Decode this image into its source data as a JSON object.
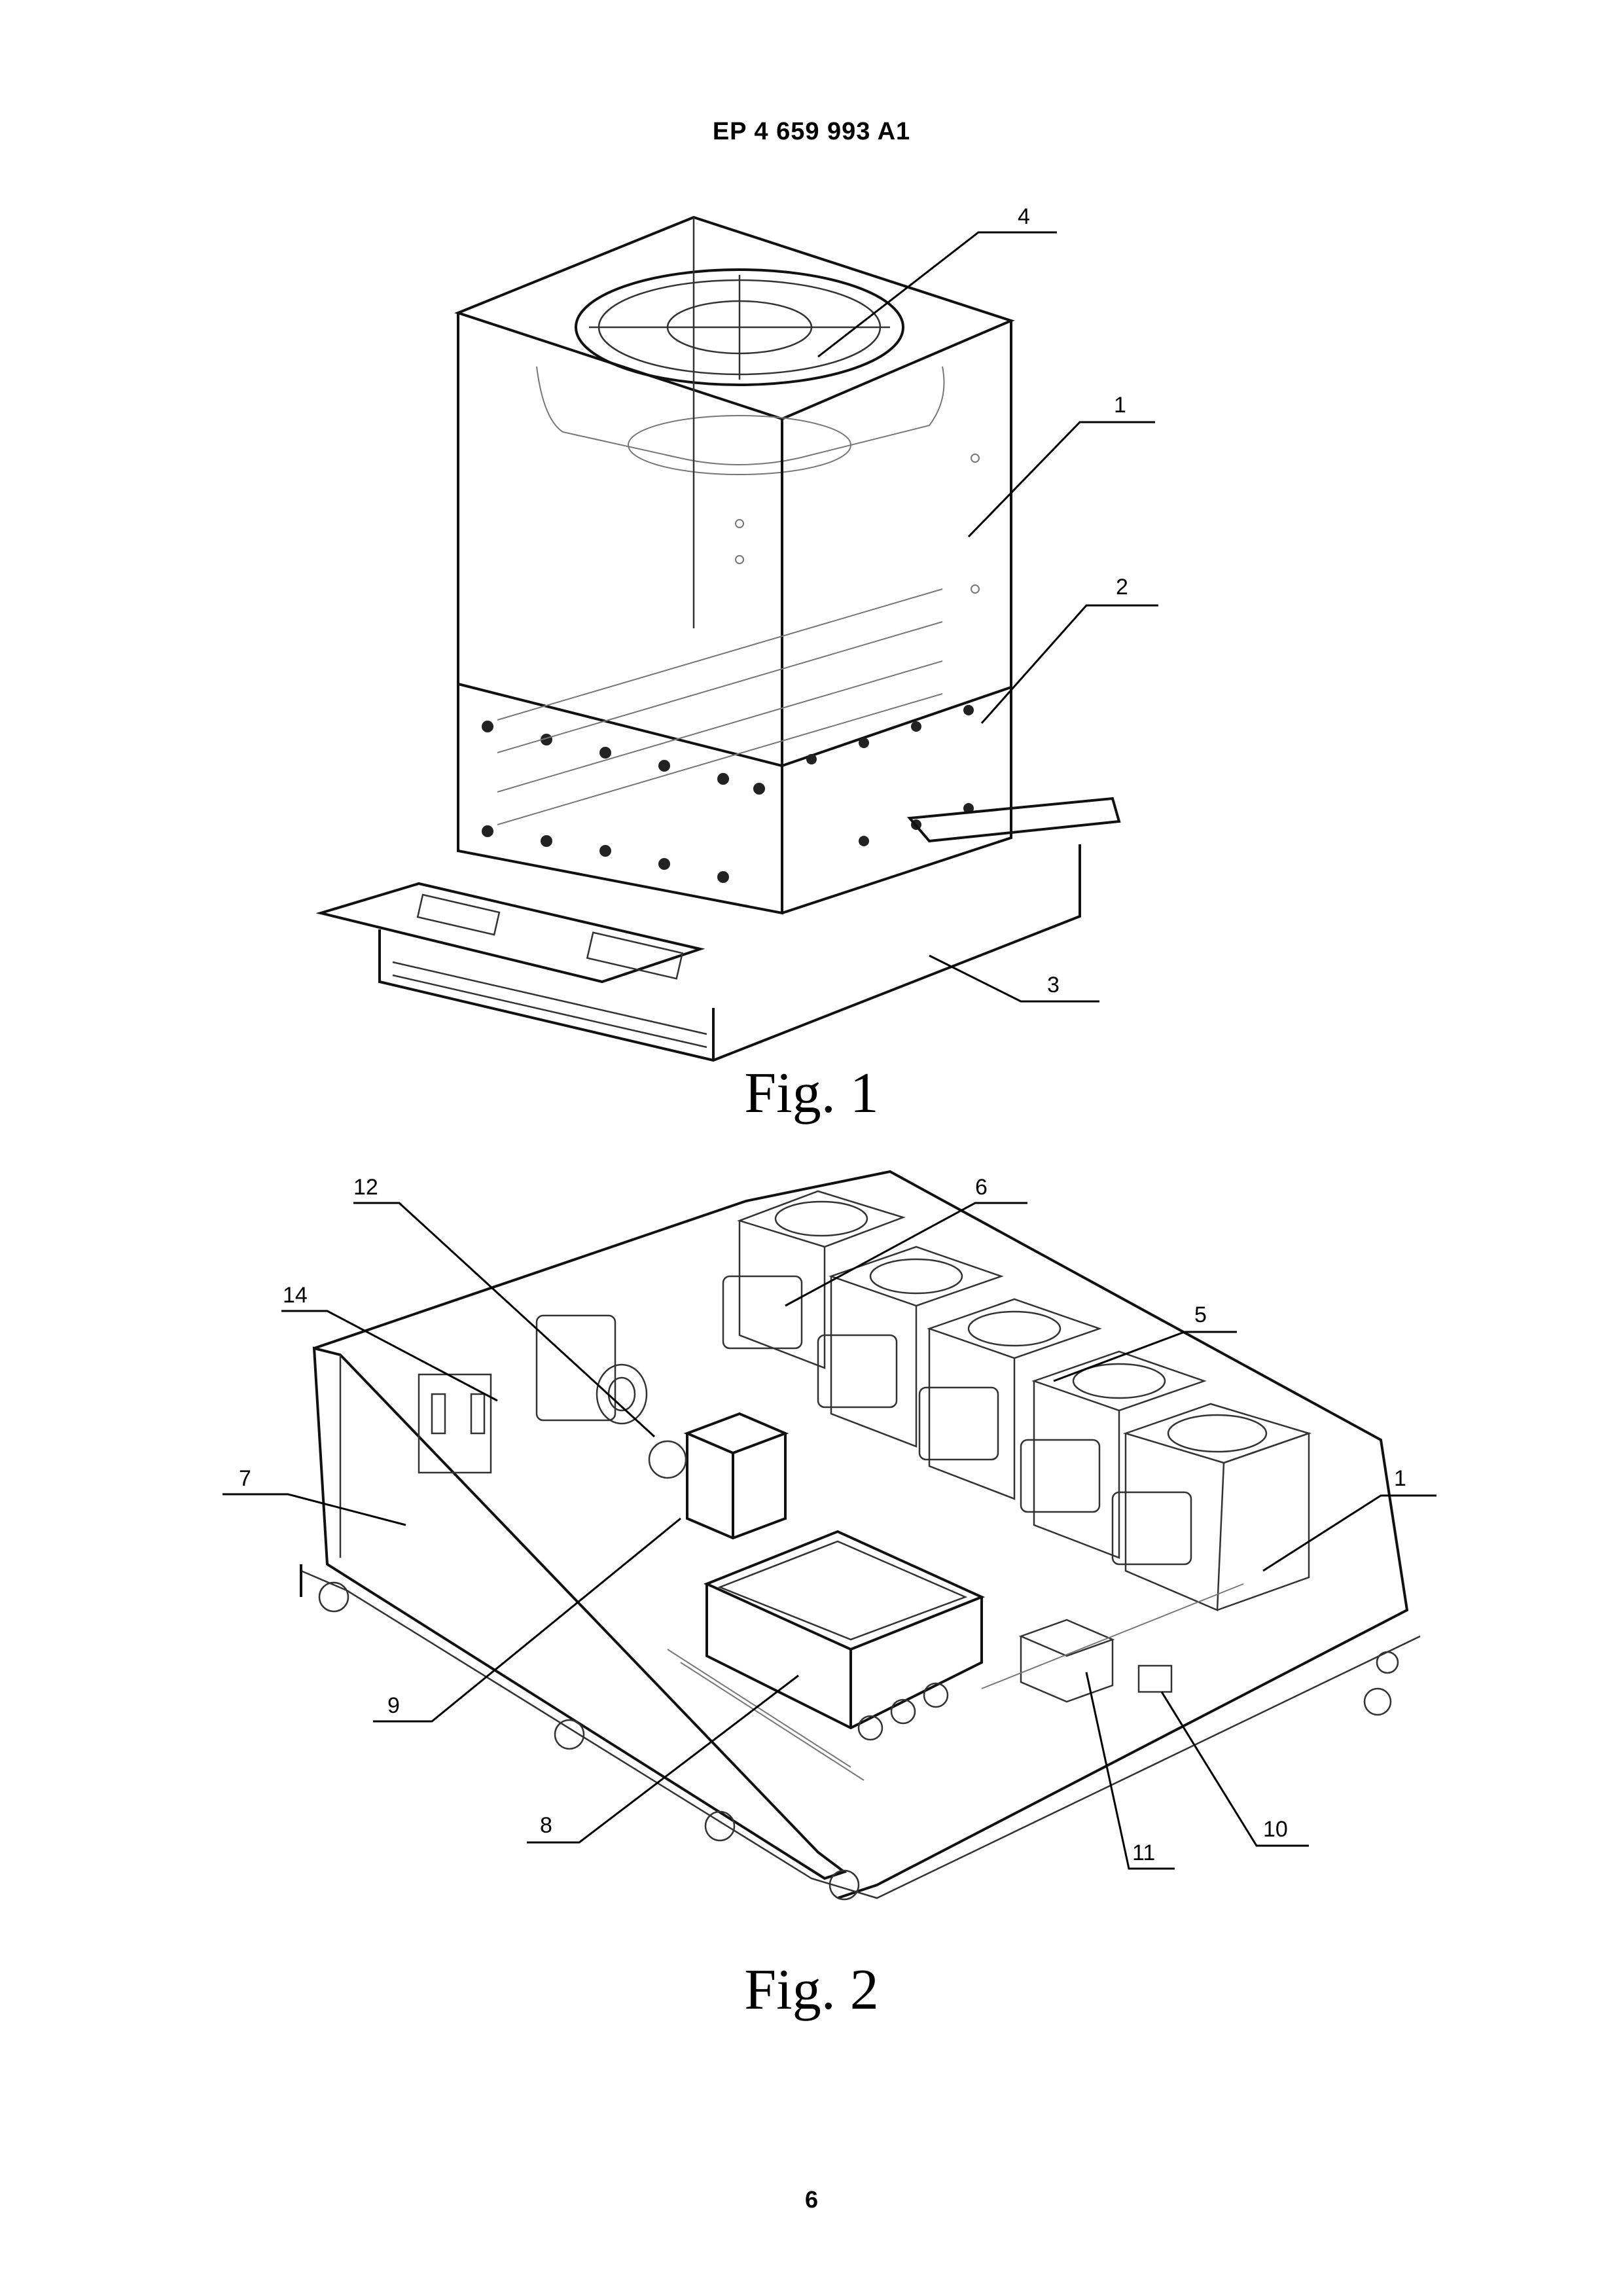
{
  "header": {
    "publication_number": "EP 4 659 993 A1"
  },
  "figure1": {
    "caption": "Fig. 1",
    "reference_numerals": {
      "r4": "4",
      "r1": "1",
      "r2": "2",
      "r3": "3"
    }
  },
  "figure2": {
    "caption": "Fig. 2",
    "reference_numerals": {
      "r12": "12",
      "r14": "14",
      "r7": "7",
      "r6": "6",
      "r5": "5",
      "r1": "1",
      "r9": "9",
      "r8": "8",
      "r11": "11",
      "r10": "10"
    }
  },
  "footer": {
    "page_number": "6"
  }
}
